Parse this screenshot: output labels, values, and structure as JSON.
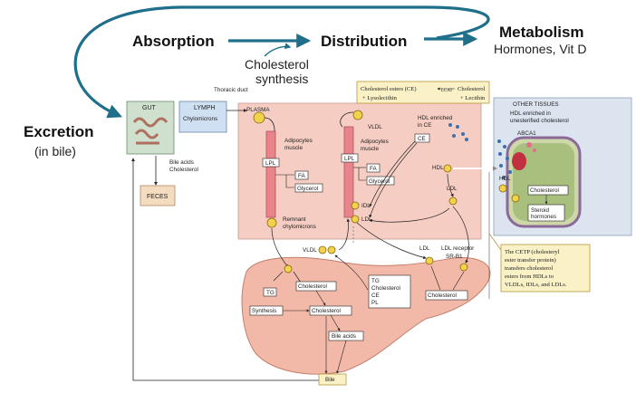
{
  "header": {
    "absorption": "Absorption",
    "distribution": "Distribution",
    "metabolism": "Metabolism",
    "metabolism_sub": "Hormones, Vit D",
    "cholesterol_synthesis_1": "Cholesterol",
    "cholesterol_synthesis_2": "synthesis",
    "excretion": "Excretion",
    "excretion_sub": "(in bile)"
  },
  "compartments": {
    "gut": "GUT",
    "lymph": "LYMPH",
    "chylomicrons": "Chylomicrons",
    "thoracic_duct": "Thoracic duct",
    "plasma": "PLASMA",
    "feces": "FECES",
    "bile_acids_1": "Bile acids",
    "bile_acids_2": "Cholesterol",
    "other_tissues": "OTHER TISSUES",
    "bile": "Bile"
  },
  "plasma": {
    "adipocytes_1": "Adipocytes",
    "muscle_1": "muscle",
    "lpl_1": "LPL",
    "fa_1": "FA",
    "glycerol_1": "Glycerol",
    "remnant_1": "Remnant",
    "remnant_2": "chylomicrons",
    "vldl_top": "VLDL",
    "adipocytes_2": "Adipocytes",
    "muscle_2": "muscle",
    "lpl_2": "LPL",
    "fa_2": "FA",
    "glycerol_2": "Glycerol",
    "idl": "IDL",
    "ldl_lower": "LDL",
    "hdl_enriched_1": "HDL enriched",
    "hdl_enriched_2": "in CE",
    "ce": "CE",
    "hdl": "HDL",
    "ldl": "LDL"
  },
  "lcat_box": {
    "line1": "Cholesterol esters (CE)",
    "lcat": "LCAT",
    "line1b": "Cholesterol",
    "line2": "+ Lysolecithin",
    "line2b": "+ Lecithin"
  },
  "other_tissues": {
    "hdl_enriched_1": "HDL enriched in",
    "hdl_enriched_2": "unesterified cholesterol",
    "abca1": "ABCA1",
    "hdl": "HDL",
    "cholesterol": "Cholesterol",
    "steroid_1": "Steroid",
    "steroid_2": "hormones"
  },
  "liver": {
    "vldl": "VLDL",
    "ldl": "LDL",
    "ldl_receptor": "LDL receptor",
    "srb1": "SR-B1",
    "tg": "TG",
    "cholesterol_top": "Cholesterol",
    "synthesis": "Synthesis",
    "cholesterol_mid": "Cholesterol",
    "bile_acids": "Bile acids",
    "list": [
      "TG",
      "Cholesterol",
      "CE",
      "PL"
    ],
    "cholesterol_right": "Cholesterol"
  },
  "cetp_note": {
    "lines": [
      "The CETP (cholesteryl",
      "ester transfer protein)",
      "transfers cholesterol",
      "esters from HDLs to",
      "VLDLs, IDLs, and LDLs."
    ]
  },
  "colors": {
    "teal_arrow": "#1f6f8b",
    "plasma_fill": "#f6cdc3",
    "liver_fill": "#f2b9a8",
    "other_tissues_fill": "#dce4f0",
    "gut_fill": "#cfe0cf",
    "lymph_fill": "#cfe0f2",
    "note_fill": "#fbf1c6",
    "lipoprotein": "#f2d24b"
  }
}
